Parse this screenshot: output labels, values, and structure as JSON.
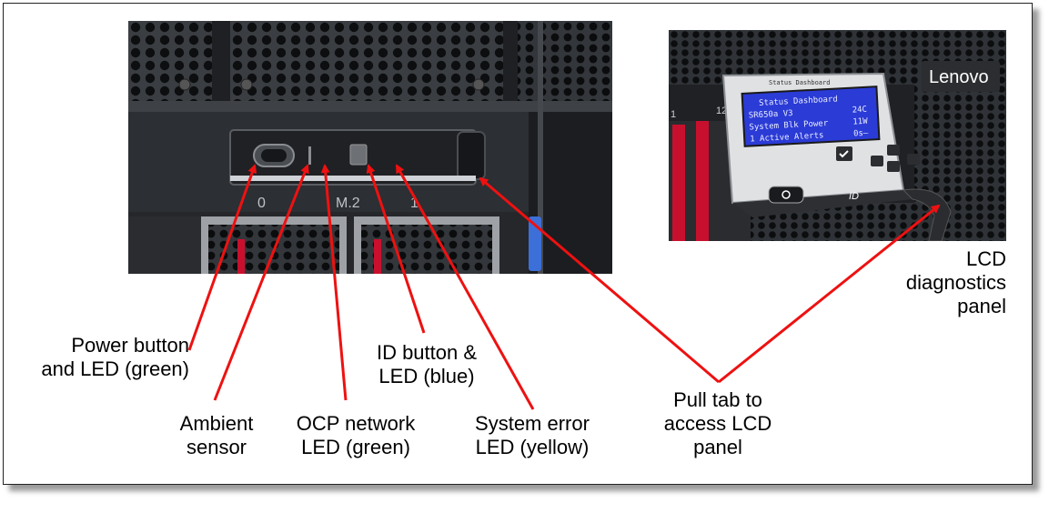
{
  "front_panel": {
    "bay_labels": [
      "0",
      "M.2",
      "1"
    ]
  },
  "lcd_panel": {
    "brand": "Lenovo",
    "bay_numbers": [
      "1",
      "12"
    ],
    "header": "Status Dashboard",
    "screen_lines": [
      "Status Dashboard",
      "SR650a V3",
      "System Blk Power",
      "1 Active Alerts"
    ],
    "screen_values": [
      "24C",
      "11W",
      "0s—"
    ],
    "id_label": "ID"
  },
  "callouts": {
    "power": [
      "Power button",
      "and LED (green)"
    ],
    "ambient": [
      "Ambient",
      "sensor"
    ],
    "ocp": [
      "OCP network",
      "LED (green)"
    ],
    "id": [
      "ID button &",
      "LED (blue)"
    ],
    "error": [
      "System error",
      "LED (yellow)"
    ],
    "pull_tab": [
      "Pull tab to",
      "access LCD",
      "panel"
    ],
    "lcd": [
      "LCD",
      "diagnostics",
      "panel"
    ]
  },
  "colors": {
    "arrow": "#ee1111",
    "chassis": "#2a2c2f",
    "lcd_screen": "#2b3bd6",
    "drive_red": "#c8102e",
    "tab_blue": "#3d6fd9"
  }
}
